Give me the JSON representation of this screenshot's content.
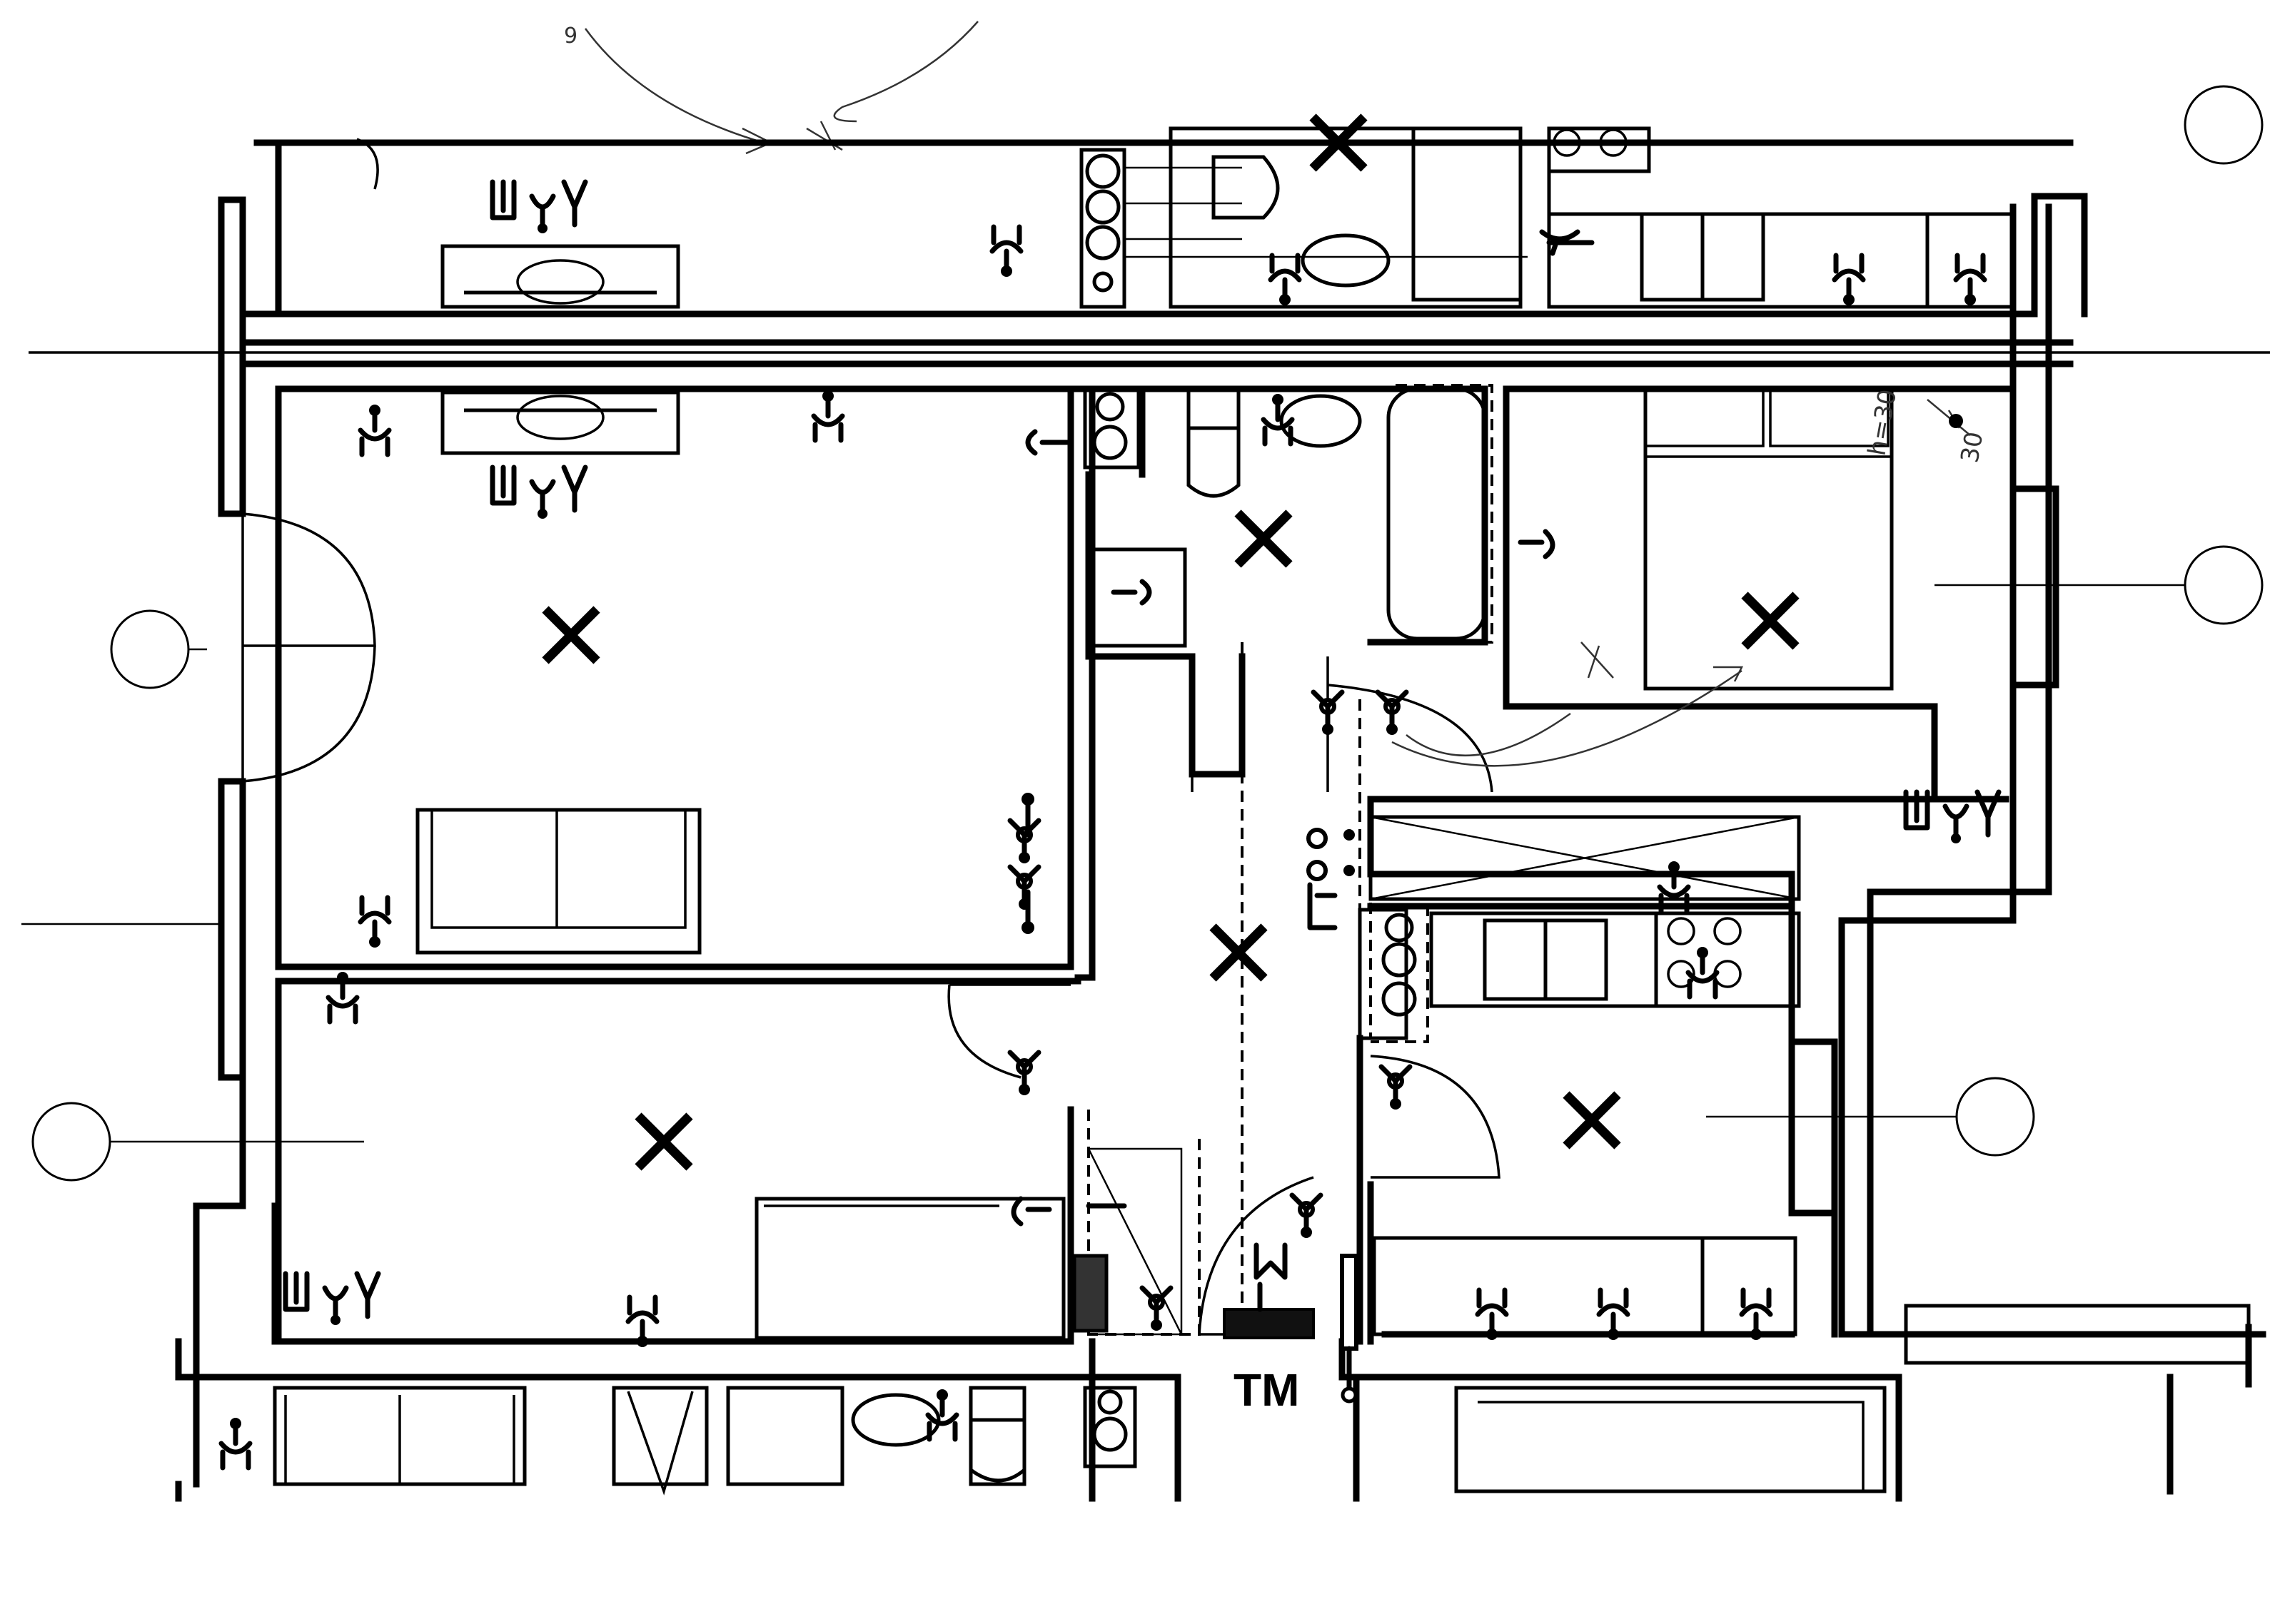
{
  "labels": {
    "meter": "TM",
    "height_note": "h=30",
    "height_note_2": "30"
  },
  "symbol_types": {
    "ceiling_light": "x-mark",
    "socket": "socket-fork-icon",
    "switch": "switch-icon",
    "tv_data_socket": "tv-data-socket-icon",
    "wall_lamp": "lamp-circle-icon"
  },
  "colors": {
    "line": "#000000",
    "pencil": "#333333",
    "background": "#ffffff"
  }
}
